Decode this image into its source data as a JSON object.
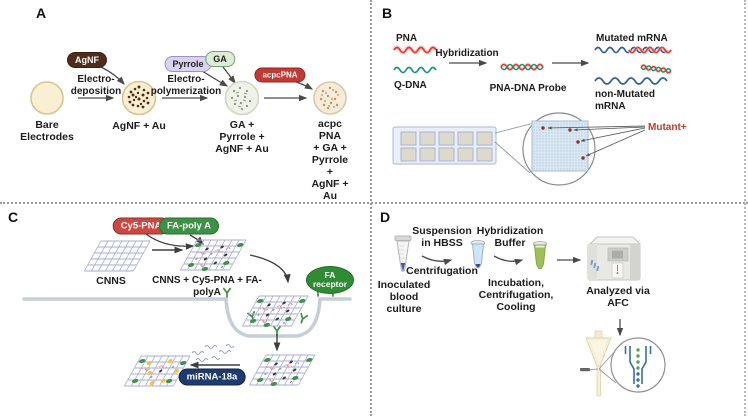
{
  "palette": {
    "divider": "#9a9a9a",
    "text": "#1c1c1c",
    "accent_red": "#c0392b",
    "accent_green": "#3d9144",
    "accent_navy": "#1e3a6e",
    "accent_brown": "#4f2d1a",
    "accent_lavender": "#d9d2f2",
    "wave_blue": "#2d5f94",
    "wave_teal": "#1a9474",
    "wave_red": "#e23b2e",
    "electrode_cream": "#f9efd3"
  },
  "panel_a": {
    "label": "A",
    "pill_agnf": "AgNF",
    "pill_pyrrole": "Pyrrole",
    "pill_ga": "GA",
    "pill_acpcpna": "acpcPNA",
    "step1": "Electro-\ndeposition",
    "step2": "Electro-\npolymerization",
    "cap_bare": "Bare\nElectrodes",
    "cap_agnf": "AgNF + Au",
    "cap_ga": "GA +\nPyrrole +\nAgNF + Au",
    "cap_acpc": "acpc PNA\n+ GA +\nPyrrole +\nAgNF + Au"
  },
  "panel_b": {
    "label": "B",
    "pna": "PNA",
    "qdna": "Q-DNA",
    "hybridization": "Hybridization",
    "probe": "PNA-DNA Probe",
    "mutated": "Mutated mRNA",
    "non_mutated": "non-Mutated\nmRNA",
    "mutant_plus": "Mutant+"
  },
  "panel_c": {
    "label": "C",
    "pill_cy5": "Cy5-PNA",
    "pill_fa": "FA-poly A",
    "cnns": "CNNS",
    "cnns_complex": "CNNS + Cy5-PNA + FA-\npolyA",
    "fa_receptor": "FA\nreceptor",
    "mirna": "miRNA-18a"
  },
  "panel_d": {
    "label": "D",
    "step1_top": "Suspension\nin HBSS",
    "step1_bottom": "Centrifugation",
    "step2_top": "Hybridization\nBuffer",
    "step2_bottom": "Incubation,\nCentrifugation,\nCooling",
    "tube1_caption": "Inoculated\nblood\nculture",
    "analyzer_caption": "Analyzed via\nAFC"
  }
}
